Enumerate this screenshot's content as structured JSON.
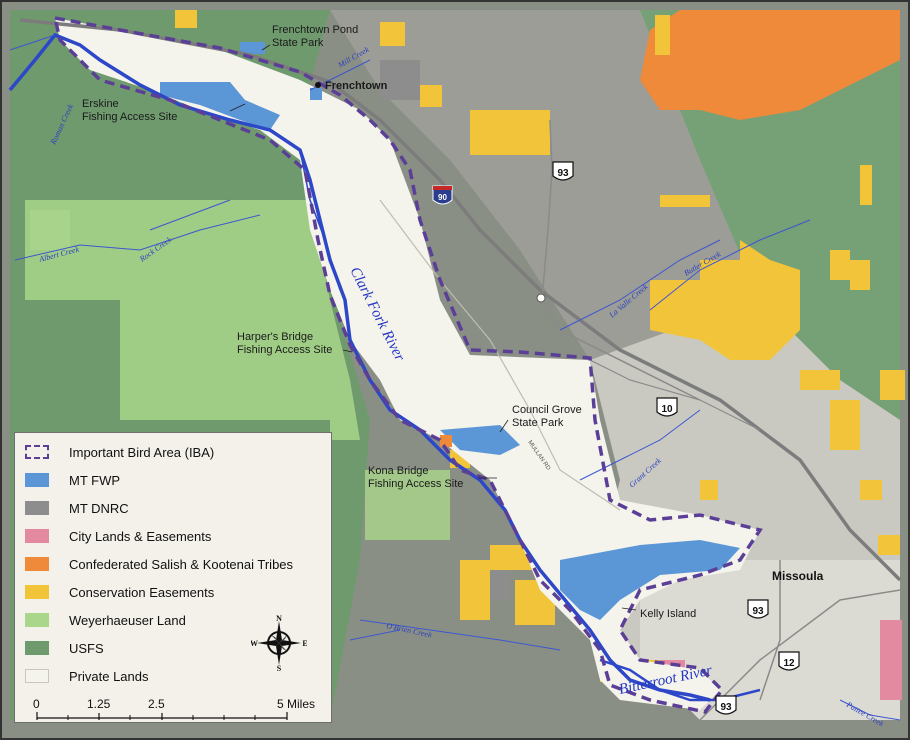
{
  "colors": {
    "iba": "#5b3f97",
    "mt_fwp": "#5b96d6",
    "mt_dnrc": "#8d8d8d",
    "city_lands": "#e48aa0",
    "cskt": "#ef8a3a",
    "conservation": "#f2c43a",
    "weyerhaeuser": "#a9d68b",
    "usfs": "#6f9a6e",
    "private": "#f4f3ec",
    "water": "#2d47c9",
    "highway": "#7c7c7c"
  },
  "places": {
    "frenchtown_pond": [
      "Frenchtown Pond",
      "State Park"
    ],
    "frenchtown": "Frenchtown",
    "erskine": [
      "Erskine",
      "Fishing Access Site"
    ],
    "harpers": [
      "Harper's Bridge",
      "Fishing Access Site"
    ],
    "council_grove": [
      "Council Grove",
      "State Park"
    ],
    "kona": [
      "Kona Bridge",
      "Fishing Access Site"
    ],
    "kelly_island": "Kelly Island",
    "missoula": "Missoula",
    "mullan_rd": "MULLAN RD"
  },
  "rivers": {
    "clark_fork": "Clark Fork River",
    "bitterroot": "Bitterroot River"
  },
  "creeks": {
    "mill": "Mill Creek",
    "roman": "Roman Creek",
    "albert": "Albert Creek",
    "rock": "Rock Creek",
    "la_valle": "La Valle Creek",
    "butler": "Butler Creek",
    "grant": "Grant Creek",
    "obrien": "O'Brien Creek",
    "pattee": "Pattee Creek"
  },
  "highways": {
    "i90": "90",
    "us93_north": "93",
    "us10": "10",
    "us93_city": "93",
    "us12": "12",
    "us93_south": "93"
  },
  "legend": {
    "items": [
      {
        "label": "Important Bird Area (IBA)"
      },
      {
        "label": "MT FWP"
      },
      {
        "label": "MT DNRC"
      },
      {
        "label": "City Lands &  Easements"
      },
      {
        "label": "Confederated Salish & Kootenai Tribes"
      },
      {
        "label": "Conservation Easements"
      },
      {
        "label": "Weyerhaeuser Land"
      },
      {
        "label": "USFS"
      },
      {
        "label": "Private Lands"
      }
    ],
    "compass": {
      "n": "N",
      "s": "S",
      "e": "E",
      "w": "W"
    },
    "scale": {
      "ticks": [
        "0",
        "1.25",
        "2.5",
        "5 Miles"
      ]
    }
  }
}
